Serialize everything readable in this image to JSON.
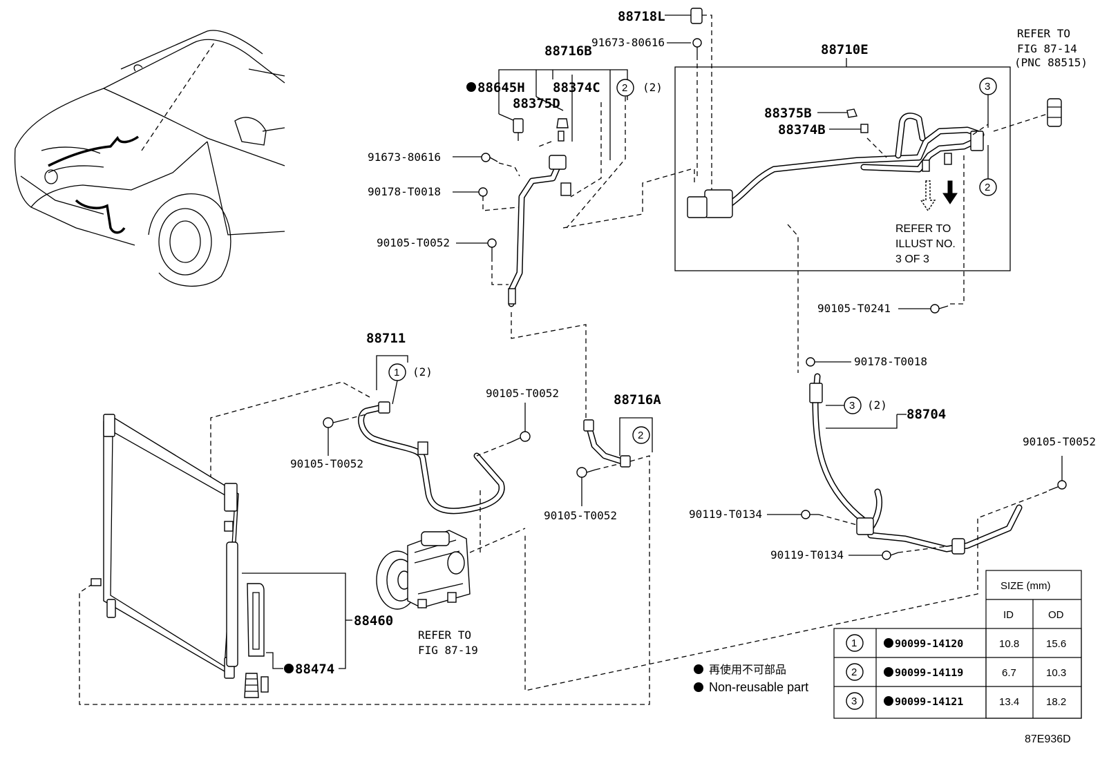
{
  "diagram_id": "87E936D",
  "callouts": {
    "c_88718L": "88718L",
    "c_91673_80616_top": "91673-80616",
    "c_88716B": "88716B",
    "c_88645H": "88645H",
    "c_88374C": "88374C",
    "c_88375D": "88375D",
    "c_circle2_top": "(2)",
    "c_91673_80616_left": "91673-80616",
    "c_90178_T0018_left": "90178-T0018",
    "c_90105_T0052_left": "90105-T0052",
    "c_88710E": "88710E",
    "c_88375B": "88375B",
    "c_88374B": "88374B",
    "c_90105_T0241": "90105-T0241",
    "c_90178_T0018_right": "90178-T0018",
    "c_88704": "88704",
    "c_circle3_mid": "(2)",
    "c_88711": "88711",
    "c_circle1_mid": "(2)",
    "c_90105_T0052_mid": "90105-T0052",
    "c_90105_T0052_left2": "90105-T0052",
    "c_88716A": "88716A",
    "c_90105_T0052_low": "90105-T0052",
    "c_90105_T0052_right": "90105-T0052",
    "c_90119_T0134_a": "90119-T0134",
    "c_90119_T0134_b": "90119-T0134",
    "c_88460": "88460",
    "c_88474": "88474"
  },
  "circles": {
    "one": "1",
    "two": "2",
    "three": "3"
  },
  "refs": {
    "ref_fig_87_14_line1": "REFER TO",
    "ref_fig_87_14_line2": "FIG 87-14",
    "ref_fig_87_14_line3": "(PNC 88515)",
    "ref_illust_line1": "REFER TO",
    "ref_illust_line2": "ILLUST NO.",
    "ref_illust_line3": "3 OF 3",
    "ref_fig_87_19_line1": "REFER TO",
    "ref_fig_87_19_line2": "FIG 87-19"
  },
  "legend": {
    "jp": "再使用不可部品",
    "en": "Non-reusable part"
  },
  "size_table": {
    "header": "SIZE (mm)",
    "col_id": "ID",
    "col_od": "OD",
    "rows": [
      {
        "mark": "1",
        "part": "90099-14120",
        "id": "10.8",
        "od": "15.6"
      },
      {
        "mark": "2",
        "part": "90099-14119",
        "id": "6.7",
        "od": "10.3"
      },
      {
        "mark": "3",
        "part": "90099-14121",
        "id": "13.4",
        "od": "18.2"
      }
    ]
  }
}
